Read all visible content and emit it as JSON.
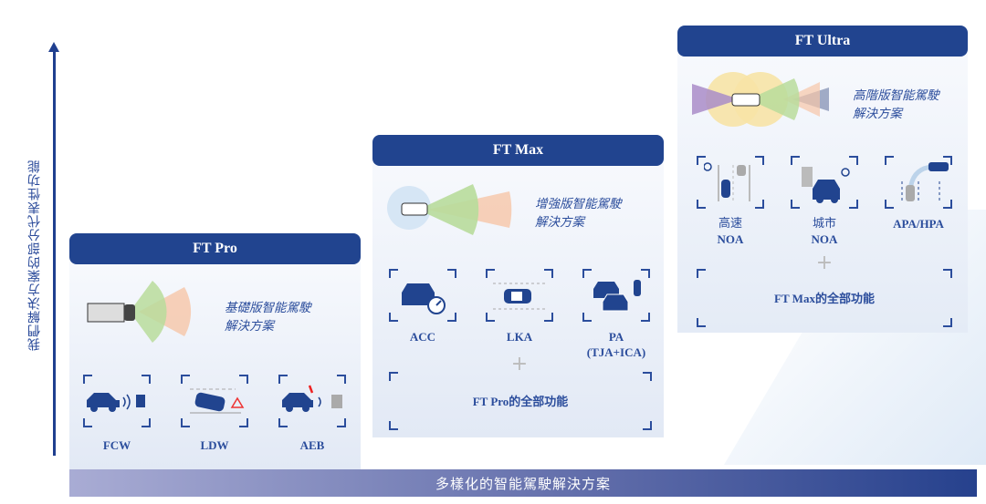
{
  "axis_label": "我們解決方案的部分代表性功能",
  "bottom_label": "多樣化的智能駕駛解決方案",
  "tiers": {
    "pro": {
      "title": "FT Pro",
      "tagline": [
        "基礎版智能駕駛",
        "解決方案"
      ],
      "features": [
        "FCW",
        "LDW",
        "AEB"
      ]
    },
    "max": {
      "title": "FT Max",
      "tagline": [
        "增強版智能駕駛",
        "解決方案"
      ],
      "features": [
        "ACC",
        "LKA",
        "PA",
        "(TJA+ICA)"
      ],
      "plus": "+",
      "includes": "FT Pro的全部功能"
    },
    "ultra": {
      "title": "FT Ultra",
      "tagline": [
        "高階版智能駕駛",
        "解決方案"
      ],
      "features": [
        [
          "高速",
          "NOA"
        ],
        [
          "城市",
          "NOA"
        ],
        [
          "APA/HPA"
        ]
      ],
      "plus": "+",
      "includes": "FT Max的全部功能"
    }
  },
  "colors": {
    "brand": "#21448f",
    "accent": "#2b4d9c"
  }
}
